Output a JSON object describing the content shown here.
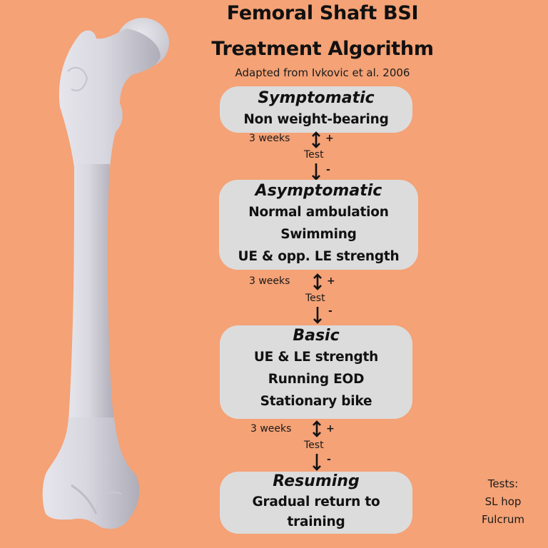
{
  "title": {
    "line1": "Femoral Shaft BSI",
    "line2": "Treatment Algorithm",
    "subtitle": "Adapted from Ivkovic et al. 2006"
  },
  "stages": [
    {
      "heading": "Symptomatic",
      "lines": [
        "Non weight-bearing"
      ]
    },
    {
      "heading": "Asymptomatic",
      "lines": [
        "Normal ambulation",
        "Swimming",
        "UE & opp. LE strength"
      ]
    },
    {
      "heading": "Basic",
      "lines": [
        "UE & LE strength",
        "Running EOD",
        "Stationary bike"
      ]
    },
    {
      "heading": "Resuming",
      "lines": [
        "Gradual return to",
        "training"
      ]
    }
  ],
  "transitions": [
    {
      "duration": "3 weeks",
      "test": "Test",
      "positive": "+",
      "negative": "-"
    },
    {
      "duration": "3 weeks",
      "test": "Test",
      "positive": "+",
      "negative": "-"
    },
    {
      "duration": "3 weeks",
      "test": "Test",
      "positive": "+",
      "negative": "-"
    }
  ],
  "tests_note": {
    "label": "Tests:",
    "items": [
      "SL hop",
      "Fulcrum"
    ]
  },
  "colors": {
    "background": "#F4A276",
    "box": "#DCDCDC",
    "bone": "#D9D8E0",
    "text": "#111111"
  }
}
